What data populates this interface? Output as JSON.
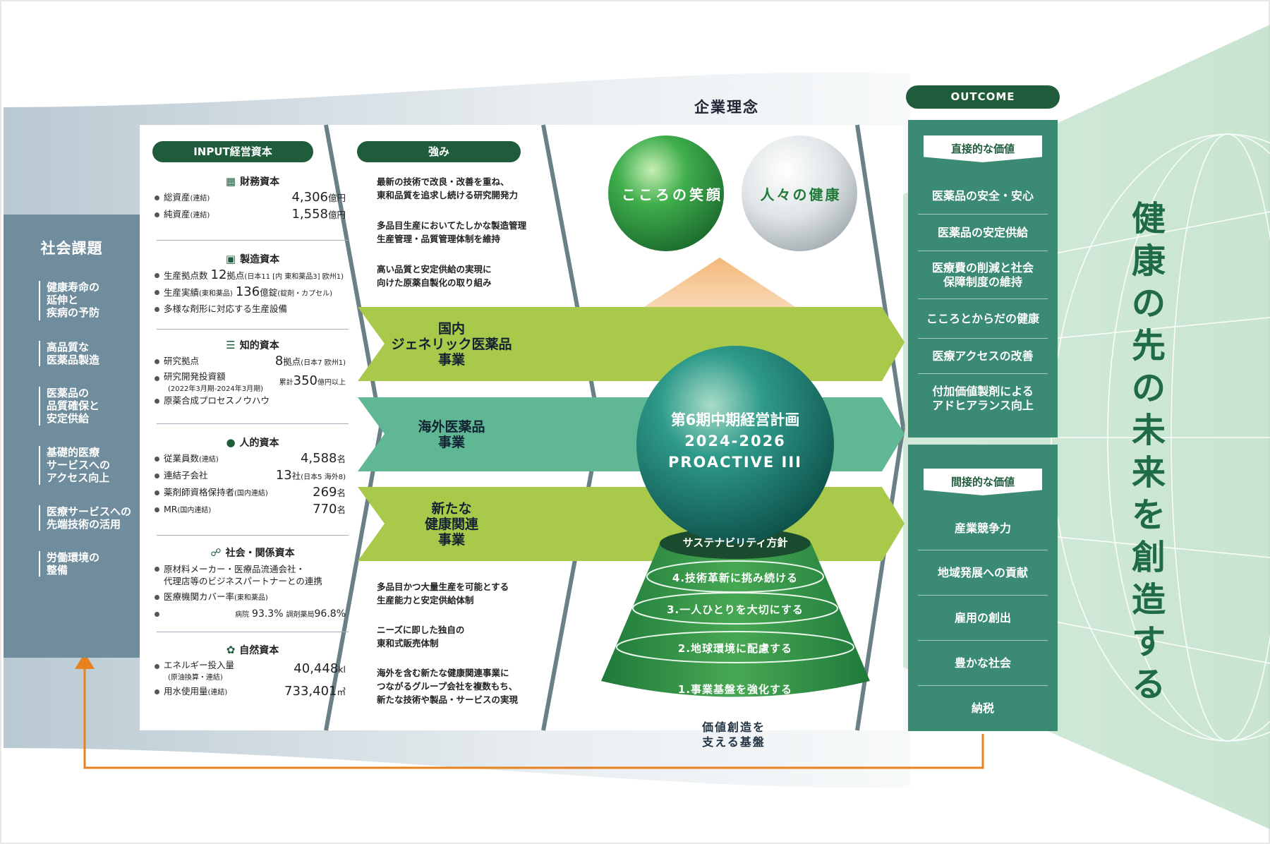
{
  "social": {
    "title": "社会課題",
    "items": [
      "健康寿命の\n延伸と\n疾病の予防",
      "高品質な\n医薬品製造",
      "医薬品の\n品質確保と\n安定供給",
      "基礎的医療\nサービスへの\nアクセス向上",
      "医療サービスへの\n先端技術の活用",
      "労働環境の\n整備"
    ]
  },
  "input": {
    "header": "INPUT経営資本",
    "financial": {
      "title": "財務資本",
      "rows": [
        {
          "label": "総資産",
          "note": "(連結)",
          "value": "4,306",
          "unit": "億円"
        },
        {
          "label": "純資産",
          "note": "(連結)",
          "value": "1,558",
          "unit": "億円"
        }
      ]
    },
    "manufacturing": {
      "title": "製造資本",
      "r1_label": "生産拠点数",
      "r1_value": "12",
      "r1_unit": "拠点",
      "r1_note": "(日本11 [内 東和薬品3] 欧州1)",
      "r2_label": "生産実績",
      "r2_note": "(東和薬品)",
      "r2_value": "136",
      "r2_unit": "億錠",
      "r2_note2": "(錠剤・カプセル)",
      "r3_label": "多様な剤形に対応する生産設備"
    },
    "intellectual": {
      "title": "知的資本",
      "r1_label": "研究拠点",
      "r1_value": "8",
      "r1_unit": "拠点",
      "r1_note": "(日本7 欧州1)",
      "r2_label": "研究開発投資額",
      "r2_sub": "(2022年3月期-2024年3月期)",
      "r2_pre": "累計",
      "r2_value": "350",
      "r2_unit": "億円以上",
      "r3_label": "原薬合成プロセスノウハウ"
    },
    "human": {
      "title": "人的資本",
      "r1_label": "従業員数",
      "r1_note": "(連結)",
      "r1_value": "4,588",
      "r1_unit": "名",
      "r2_label": "連結子会社",
      "r2_value": "13",
      "r2_unit": "社",
      "r2_note": "(日本5 海外8)",
      "r3_label": "薬剤師資格保持者",
      "r3_note": "(国内連結)",
      "r3_value": "269",
      "r3_unit": "名",
      "r4_label": "MR",
      "r4_note": "(国内連結)",
      "r4_value": "770",
      "r4_unit": "名"
    },
    "social_rel": {
      "title": "社会・関係資本",
      "r1_label": "原材料メーカー・医療品流通会社・\n代理店等のビジネスパートナーとの連携",
      "r2_label": "医療機関カバー率",
      "r2_note": "(東和薬品)",
      "r2_a_label": "病院",
      "r2_a_value": "93.3%",
      "r2_b_label": "調剤薬局",
      "r2_b_value": "96.8%"
    },
    "natural": {
      "title": "自然資本",
      "r1_label": "エネルギー投入量",
      "r1_sub": "(原油換算・連結)",
      "r1_value": "40,448",
      "r1_unit": "kl",
      "r2_label": "用水使用量",
      "r2_note": "(連結)",
      "r2_value": "733,401",
      "r2_unit": "㎥"
    }
  },
  "strengths": {
    "header": "強み",
    "items": [
      "最新の技術で改良・改善を重ね、\n東和品質を追求し続ける研究開発力",
      "多品目生産においてたしかな製造管理\n生産管理・品質管理体制を維持",
      "高い品質と安定供給の実現に\n向けた原薬自製化の取り組み",
      "多品目かつ大量生産を可能とする\n生産能力と安定供給体制",
      "ニーズに即した独自の\n東和式販売体制",
      "海外を含む新たな健康関連事業に\nつながるグループ会社を複数もち、\n新たな技術や製品・サービスの実現"
    ]
  },
  "businesses": [
    "国内\nジェネリック医薬品\n事業",
    "海外医薬品\n事業",
    "新たな\n健康関連\n事業"
  ],
  "philosophy": {
    "title": "企業理念",
    "smile": "こころの笑顔",
    "health": "人々の健康"
  },
  "plan": {
    "line1": "第6期中期経営計画",
    "line2": "2024-2026",
    "line3": "PROACTIVE III"
  },
  "foundation": {
    "top": "サステナビリティ方針",
    "layers": [
      "4.技術革新に挑み続ける",
      "3.一人ひとりを大切にする",
      "2.地球環境に配慮する",
      "1.事業基盤を強化する"
    ],
    "caption": "価値創造を\n支える基盤"
  },
  "outcome": {
    "header": "OUTCOME",
    "direct_title": "直接的な価値",
    "direct": [
      "医薬品の安全・安心",
      "医薬品の安定供給",
      "医療費の削減と社会\n保障制度の維持",
      "こころとからだの健康",
      "医療アクセスの改善",
      "付加価値製剤による\nアドヒアランス向上"
    ],
    "indirect_title": "間接的な価値",
    "indirect": [
      "産業競争力",
      "地域発展への貢献",
      "雇用の創出",
      "豊かな社会",
      "納税"
    ]
  },
  "vision": "健康の先の未来を創造する",
  "colors": {
    "dark_green": "#1f5c3c",
    "teal": "#3b8a74",
    "lime": "#a9c94a",
    "mint": "#5fb793",
    "slate": "#6f8d9c",
    "orange": "#e8821e"
  }
}
